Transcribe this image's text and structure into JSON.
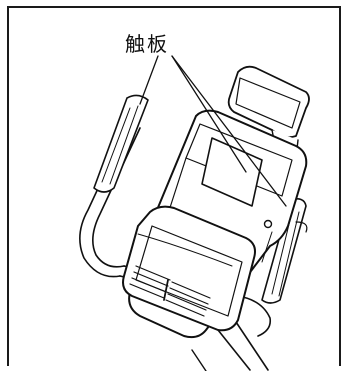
{
  "figure": {
    "callout_label": "触板"
  },
  "icons": {
    "console": "exercise-bike-console",
    "handlebar": "handlebar-grip"
  }
}
